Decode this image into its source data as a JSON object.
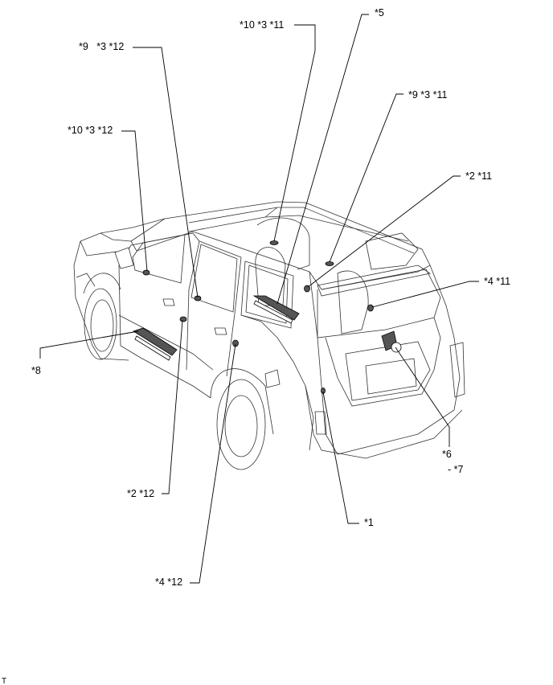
{
  "callouts": [
    {
      "id": "c1",
      "text": "*10 *3 *11"
    },
    {
      "id": "c2",
      "text": "*5"
    },
    {
      "id": "c3",
      "text": "*9   *3 *12"
    },
    {
      "id": "c4",
      "text": "*9 *3 *11"
    },
    {
      "id": "c5",
      "text": "*10 *3 *12"
    },
    {
      "id": "c6",
      "text": "*2 *11"
    },
    {
      "id": "c7",
      "text": "*4 *11"
    },
    {
      "id": "c8",
      "text": "*8"
    },
    {
      "id": "c9",
      "text": "*6"
    },
    {
      "id": "c10",
      "text": "- *7"
    },
    {
      "id": "c11",
      "text": "*2 *12"
    },
    {
      "id": "c12",
      "text": "*1"
    },
    {
      "id": "c13",
      "text": "*4 *12"
    }
  ],
  "footer_mark": "T"
}
